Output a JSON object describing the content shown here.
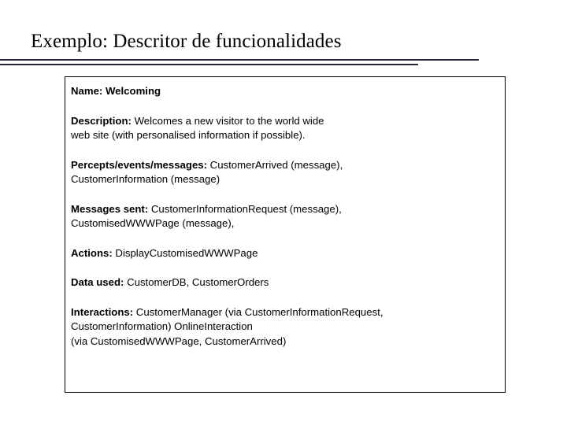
{
  "slide": {
    "title": "Exemplo: Descritor de funcionalidades",
    "colors": {
      "rule": "#2b2440",
      "border": "#000000",
      "text": "#000000",
      "background": "#ffffff"
    }
  },
  "descriptor": {
    "fields": [
      {
        "label": "Name:",
        "label_bold_whole_line": true,
        "lines": [
          " Welcoming"
        ]
      },
      {
        "label": "Description:",
        "label_bold_whole_line": false,
        "lines": [
          " Welcomes a new visitor to the world wide",
          "web site (with personalised information if possible)."
        ]
      },
      {
        "label": "Percepts/events/messages:",
        "label_bold_whole_line": false,
        "lines": [
          " CustomerArrived (message),",
          "CustomerInformation (message)"
        ]
      },
      {
        "label": "Messages sent:",
        "label_bold_whole_line": false,
        "lines": [
          " CustomerInformationRequest (message),",
          "CustomisedWWWPage (message),"
        ]
      },
      {
        "label": "Actions:",
        "label_bold_whole_line": false,
        "lines": [
          " DisplayCustomisedWWWPage"
        ]
      },
      {
        "label": "Data used:",
        "label_bold_whole_line": false,
        "lines": [
          " CustomerDB, CustomerOrders"
        ]
      },
      {
        "label": "Interactions:",
        "label_bold_whole_line": false,
        "lines": [
          " CustomerManager (via CustomerInformationRequest,",
          "CustomerInformation) OnlineInteraction",
          "(via CustomisedWWWPage, CustomerArrived)"
        ]
      }
    ]
  }
}
